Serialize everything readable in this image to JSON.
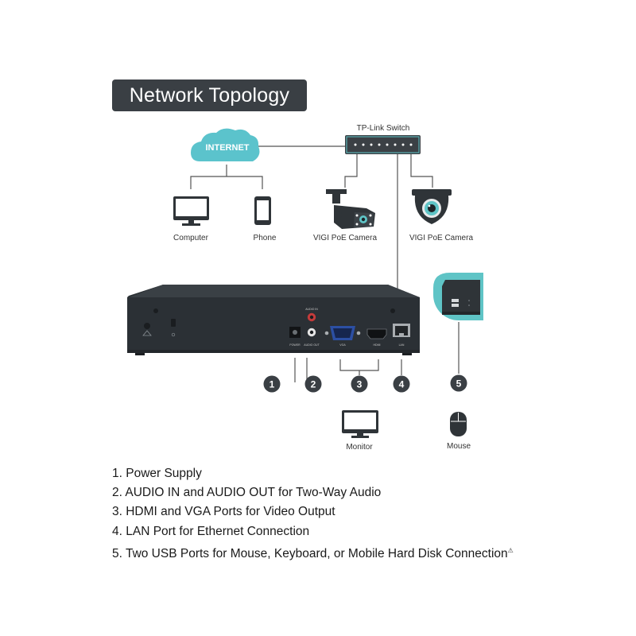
{
  "title": "Network Topology",
  "nodes": {
    "internet": "INTERNET",
    "switch": "TP-Link Switch",
    "computer": "Computer",
    "phone": "Phone",
    "bullet_camera": "VIGI PoE Camera",
    "turret_camera": "VIGI PoE Camera",
    "monitor": "Monitor",
    "mouse": "Mouse"
  },
  "ports": {
    "power": "POWER",
    "audio_in": "AUDIO IN",
    "audio_out": "AUDIO OUT",
    "vga": "VGA",
    "hdmi": "HDMI",
    "lan": "LAN"
  },
  "markers": [
    "1",
    "2",
    "3",
    "4",
    "5"
  ],
  "legend": [
    "1. Power Supply",
    "2. AUDIO IN and AUDIO OUT for Two-Way Audio",
    "3. HDMI and VGA Ports for Video Output",
    "4. LAN Port for Ethernet Connection",
    "5. Two USB Ports for Mouse, Keyboard, or Mobile Hard Disk Connection"
  ],
  "legend_note_symbol": "⚠",
  "colors": {
    "cloud": "#5bc3cc",
    "accent": "#5fc4c6",
    "badge": "#3a3f44",
    "device": "#2f3438",
    "line": "#555555"
  }
}
